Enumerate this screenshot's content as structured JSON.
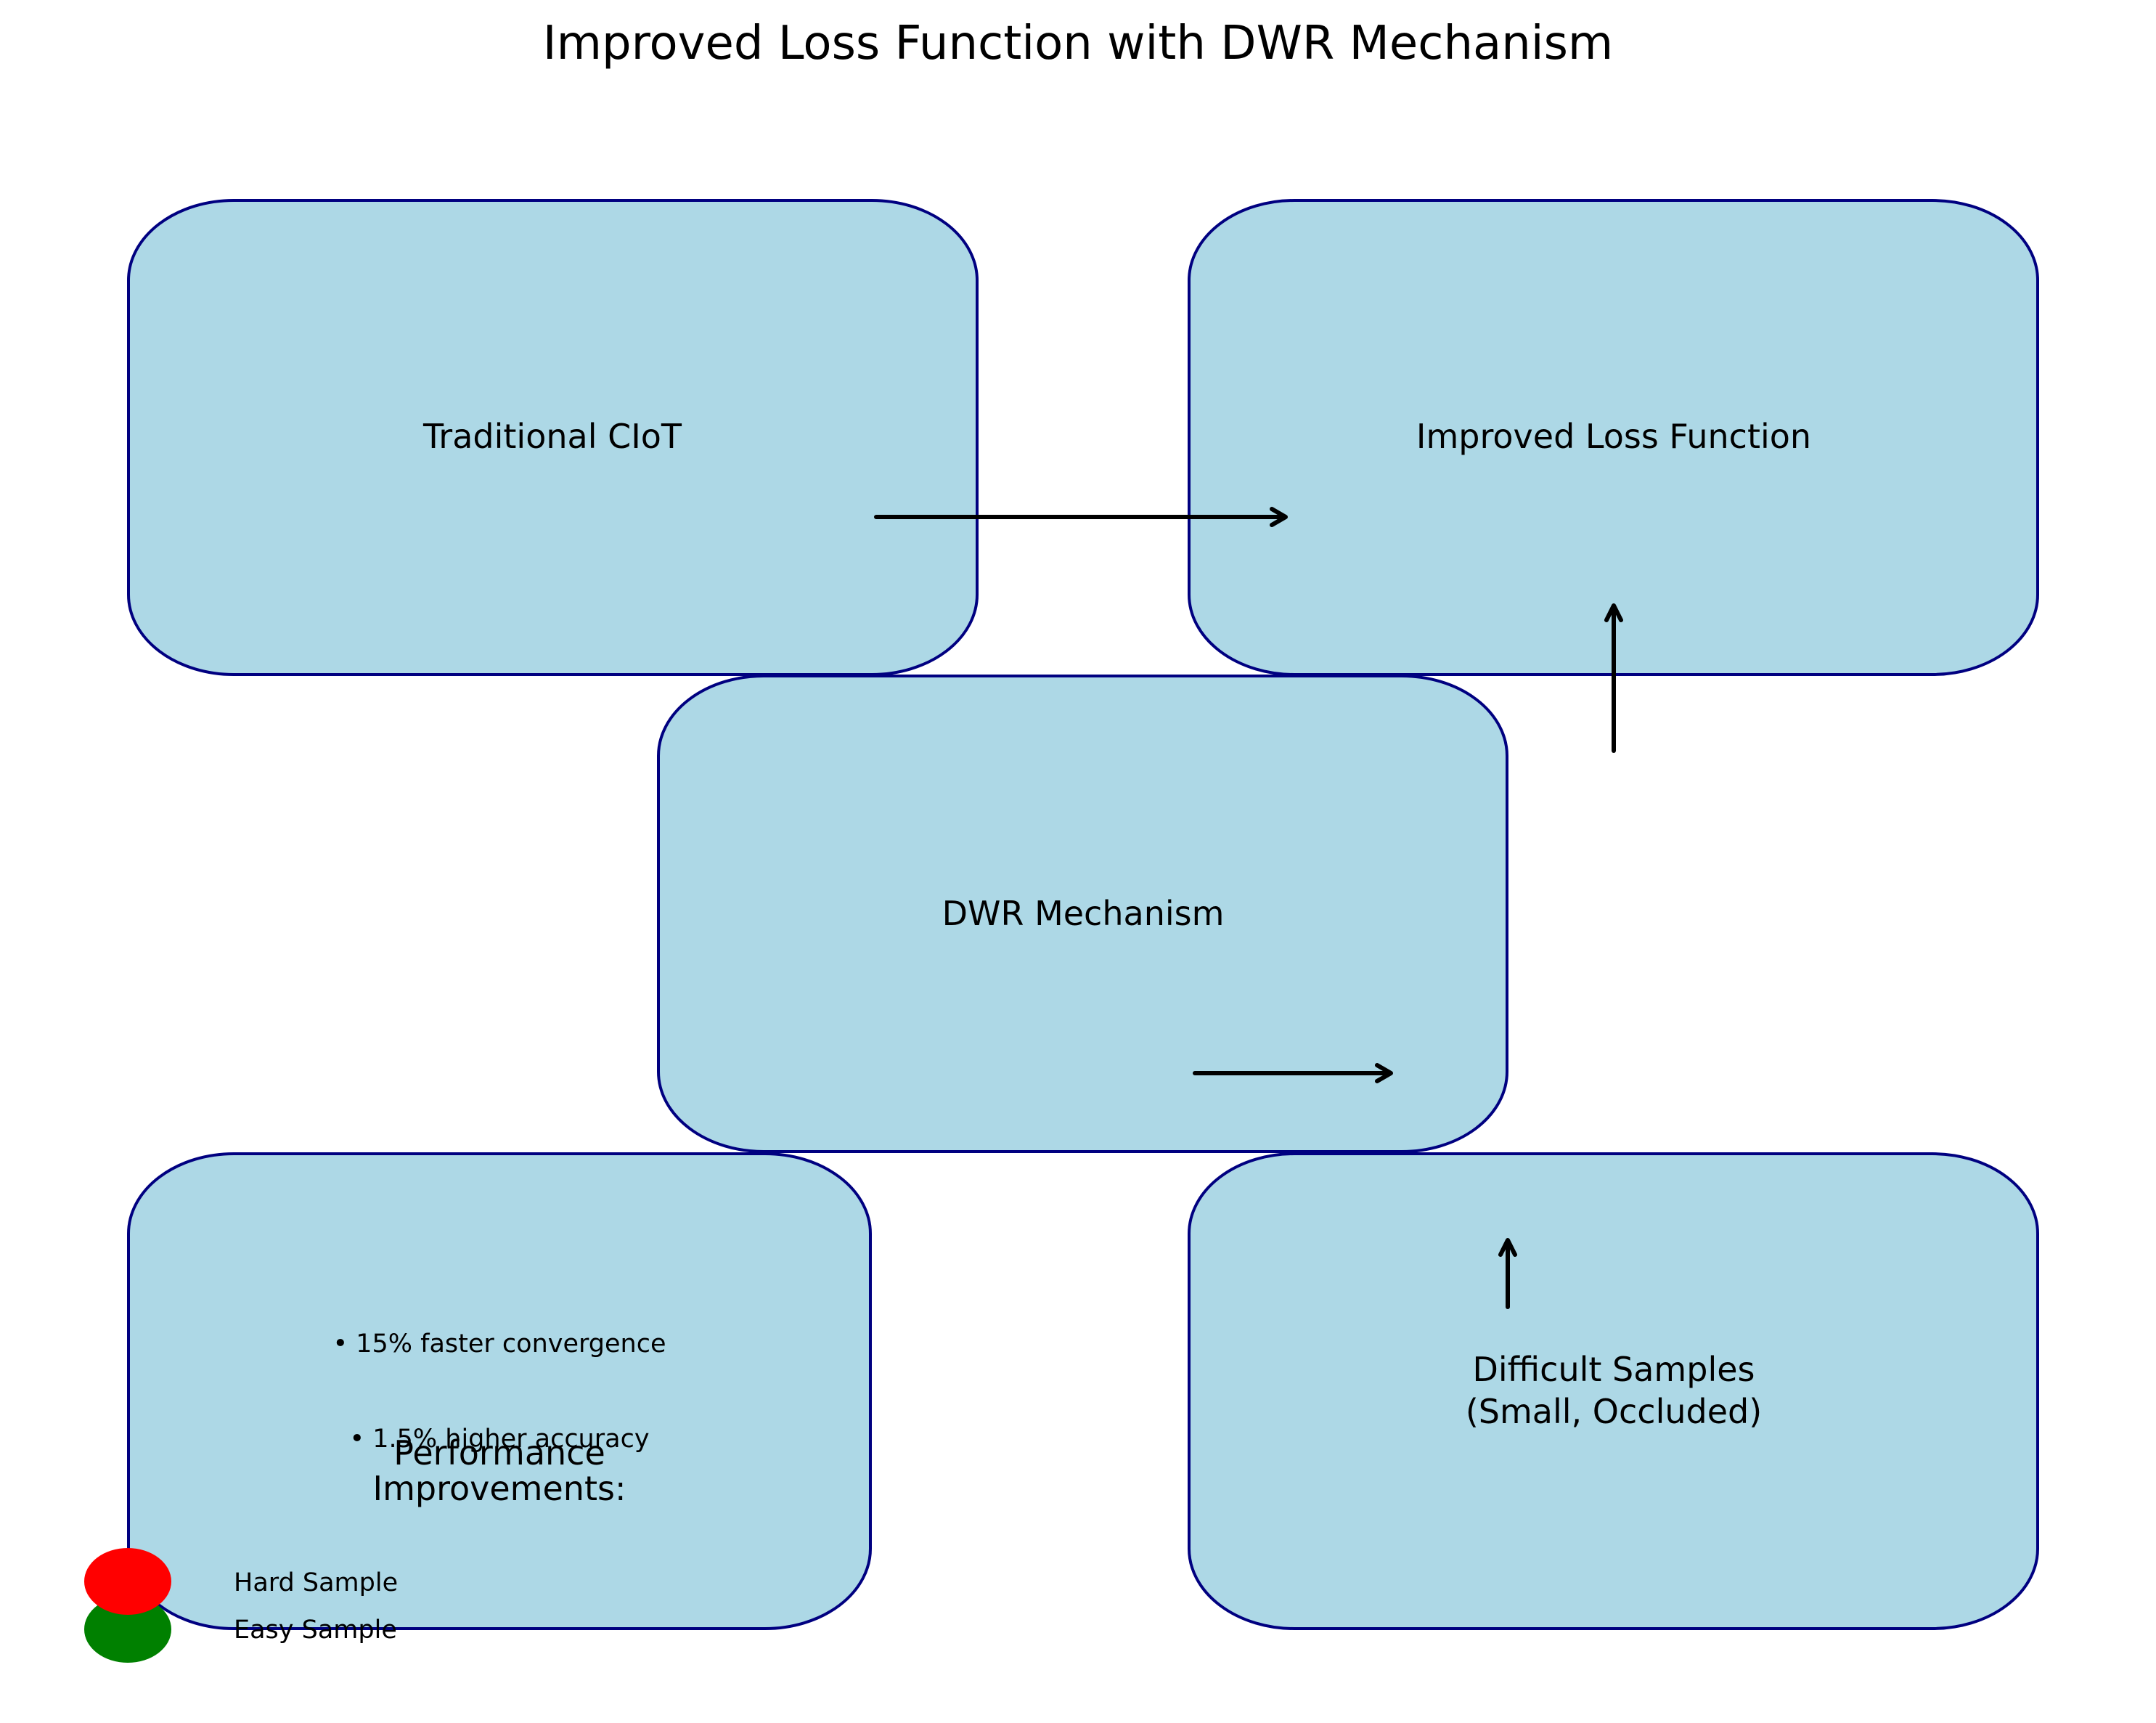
{
  "title": "Improved Loss Function with DWR Mechanism",
  "boxes": {
    "traditional": {
      "label": "Traditional CIoT"
    },
    "improved": {
      "label": "Improved Loss Function"
    },
    "dwr": {
      "label": "DWR Mechanism"
    },
    "performance": {
      "heading_line1": "Performance",
      "heading_line2": "Improvements:",
      "metrics": [
        "• 15% faster convergence",
        "• 1.5% higher accuracy"
      ]
    },
    "difficult": {
      "line1": "Difficult Samples",
      "line2": "(Small, Occluded)"
    }
  },
  "legend": {
    "hard": {
      "label": "Hard Sample",
      "color": "#ff0000"
    },
    "easy": {
      "label": "Easy Sample",
      "color": "#008000"
    }
  },
  "colors": {
    "box_fill": "#add8e6",
    "box_border": "#000080",
    "arrow": "#000000"
  }
}
